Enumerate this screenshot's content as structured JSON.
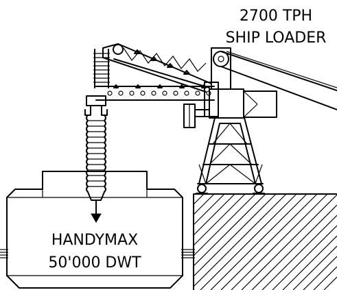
{
  "labels": {
    "loader_line1": "2700 TPH",
    "loader_line2": "SHIP LOADER",
    "vessel_line1": "HANDYMAX",
    "vessel_line2": "50'000 DWT"
  },
  "colors": {
    "ink": "#000000",
    "background": "#ffffff"
  }
}
